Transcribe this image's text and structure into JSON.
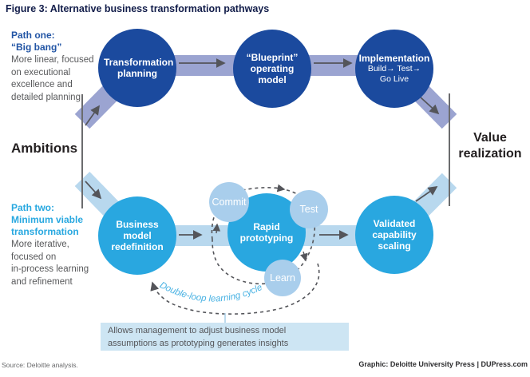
{
  "figure": {
    "title": "Figure 3: Alternative business transformation pathways"
  },
  "left_column": {
    "path_one": {
      "heading": [
        "Path one:",
        "“Big bang”"
      ],
      "desc": [
        "More linear, focused",
        "on executional",
        "excellence and",
        "detailed planning"
      ]
    },
    "ambitions_label": "Ambitions",
    "path_two": {
      "heading": [
        "Path two:",
        "Minimum viable",
        "transformation"
      ],
      "desc": [
        "More iterative,",
        "focused on",
        "in-process learning",
        "and refinement"
      ]
    }
  },
  "right_column": {
    "value_label": "Value realization"
  },
  "nodes": {
    "transformation_planning": "Transformation planning",
    "blueprint": "“Blueprint” operating model",
    "implementation": {
      "title": "Implementation",
      "line2": "Build→ Test→",
      "line3": "Go Live"
    },
    "business_model": "Business model redefinition",
    "rapid_prototyping": "Rapid prototyping",
    "validated_scaling": "Validated capability scaling",
    "commit": "Commit",
    "test": "Test",
    "learn": "Learn"
  },
  "annotations": {
    "loop_label": "Double-loop learning cycle",
    "note": [
      "Allows management to adjust business model",
      "assumptions as prototyping generates insights"
    ]
  },
  "footer": {
    "source": "Source: Deloitte analysis.",
    "credit": "Graphic: Deloitte University Press  |  DUPress.com"
  },
  "colors": {
    "navy_circle": "#1b4a9e",
    "cyan_circle": "#29a7e0",
    "light_circle": "#a9ceec",
    "band_purple": "#9ba4d1",
    "band_blue": "#b8d8ee",
    "note_bg": "#cde5f3",
    "arrow_gray": "#54555a",
    "loop_text": "#49b2e3"
  }
}
